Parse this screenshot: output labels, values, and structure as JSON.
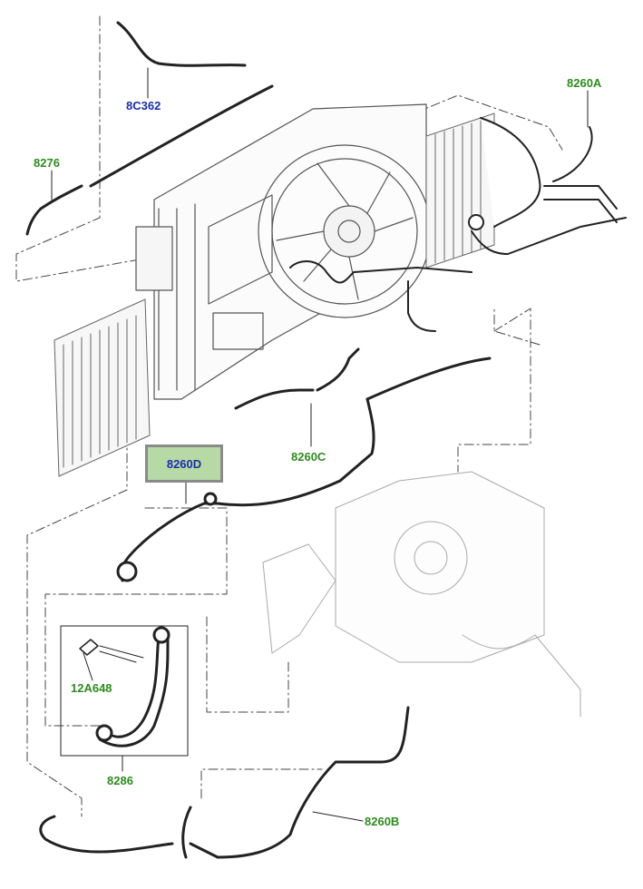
{
  "colors": {
    "label_green": "#2e8b1f",
    "label_blue": "#1c2fa8",
    "highlight_fill": "#b6d9a6",
    "highlight_border": "#8a8a8a"
  },
  "labels": {
    "part_8C362": "8C362",
    "part_8276": "8276",
    "part_8260A": "8260A",
    "part_8260C": "8260C",
    "part_8260D": "8260D",
    "part_12A648": "12A648",
    "part_8286": "8286",
    "part_8260B": "8260B"
  }
}
